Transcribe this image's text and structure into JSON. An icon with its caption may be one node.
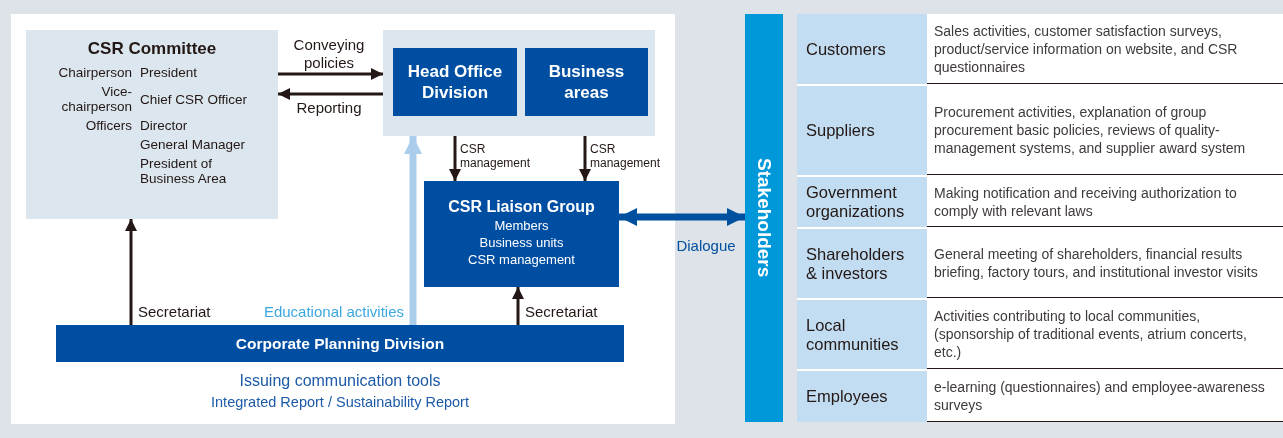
{
  "diagram": {
    "nodes": [
      {
        "text": [
          "CSR Committee",
          "Chairperson",
          "President",
          "Vice-chairperson",
          "Chief CSR Officer",
          "Officers",
          "Director",
          "General Manager",
          "President of Business Area"
        ]
      },
      {
        "text": [],
        "shape": "box"
      },
      {
        "text": [
          "Head Office Division"
        ],
        "in": 1
      },
      {
        "text": [
          "Business areas"
        ],
        "in": 1
      },
      {
        "text": [
          "CSR Liaison Group",
          "Members",
          "Business units",
          "CSR management"
        ]
      },
      {
        "text": [
          "Corporate Planning Division"
        ],
        "beside": [
          "Issuing communication tools",
          "Integrated Report / Sustainability Report"
        ]
      },
      {
        "text": [
          "Stakeholders"
        ]
      },
      {
        "text": [
          "Customers"
        ],
        "beside": [
          "Sales activities, customer satisfaction surveys, product/service information on website, and CSR questionnaires"
        ]
      },
      {
        "text": [
          "Suppliers"
        ],
        "beside": [
          "Procurement activities, explanation of group procurement basic policies, reviews of quality-management systems, and supplier award system"
        ]
      },
      {
        "text": [
          "Government organizations"
        ],
        "beside": [
          "Making notification and receiving authorization to comply with relevant laws"
        ]
      },
      {
        "text": [
          "Shareholders & investors"
        ],
        "beside": [
          "General meeting of shareholders, financial results briefing, factory tours, and institutional investor visits"
        ]
      },
      {
        "text": [
          "Local communities"
        ],
        "beside": [
          "Activities contributing to local communities, (sponsorship of traditional events, atrium concerts, etc.)"
        ]
      },
      {
        "text": [
          "Employees"
        ],
        "beside": [
          "e-learning (questionnaires) and employee-awareness surveys"
        ]
      }
    ],
    "edges": [
      {
        "from": 0,
        "to": 1,
        "arrow": "to",
        "label": "Conveying policies"
      },
      {
        "from": 1,
        "to": 0,
        "arrow": "to",
        "label": "Reporting"
      },
      {
        "from": 2,
        "to": 4,
        "arrow": "to",
        "label": "CSR management"
      },
      {
        "from": 3,
        "to": 4,
        "arrow": "to",
        "label": "CSR management"
      },
      {
        "from": 5,
        "to": 0,
        "arrow": "to",
        "label": "Secretariat"
      },
      {
        "from": 5,
        "to": 1,
        "arrow": "to",
        "label": "Educational activities",
        "style": "thick",
        "color": "#a9cdeb"
      },
      {
        "from": 5,
        "to": 4,
        "arrow": "to",
        "label": "Secretariat"
      },
      {
        "from": 4,
        "to": 6,
        "arrow": "both",
        "label": "Dialogue",
        "style": "thick",
        "color": "#0050a0"
      }
    ]
  }
}
